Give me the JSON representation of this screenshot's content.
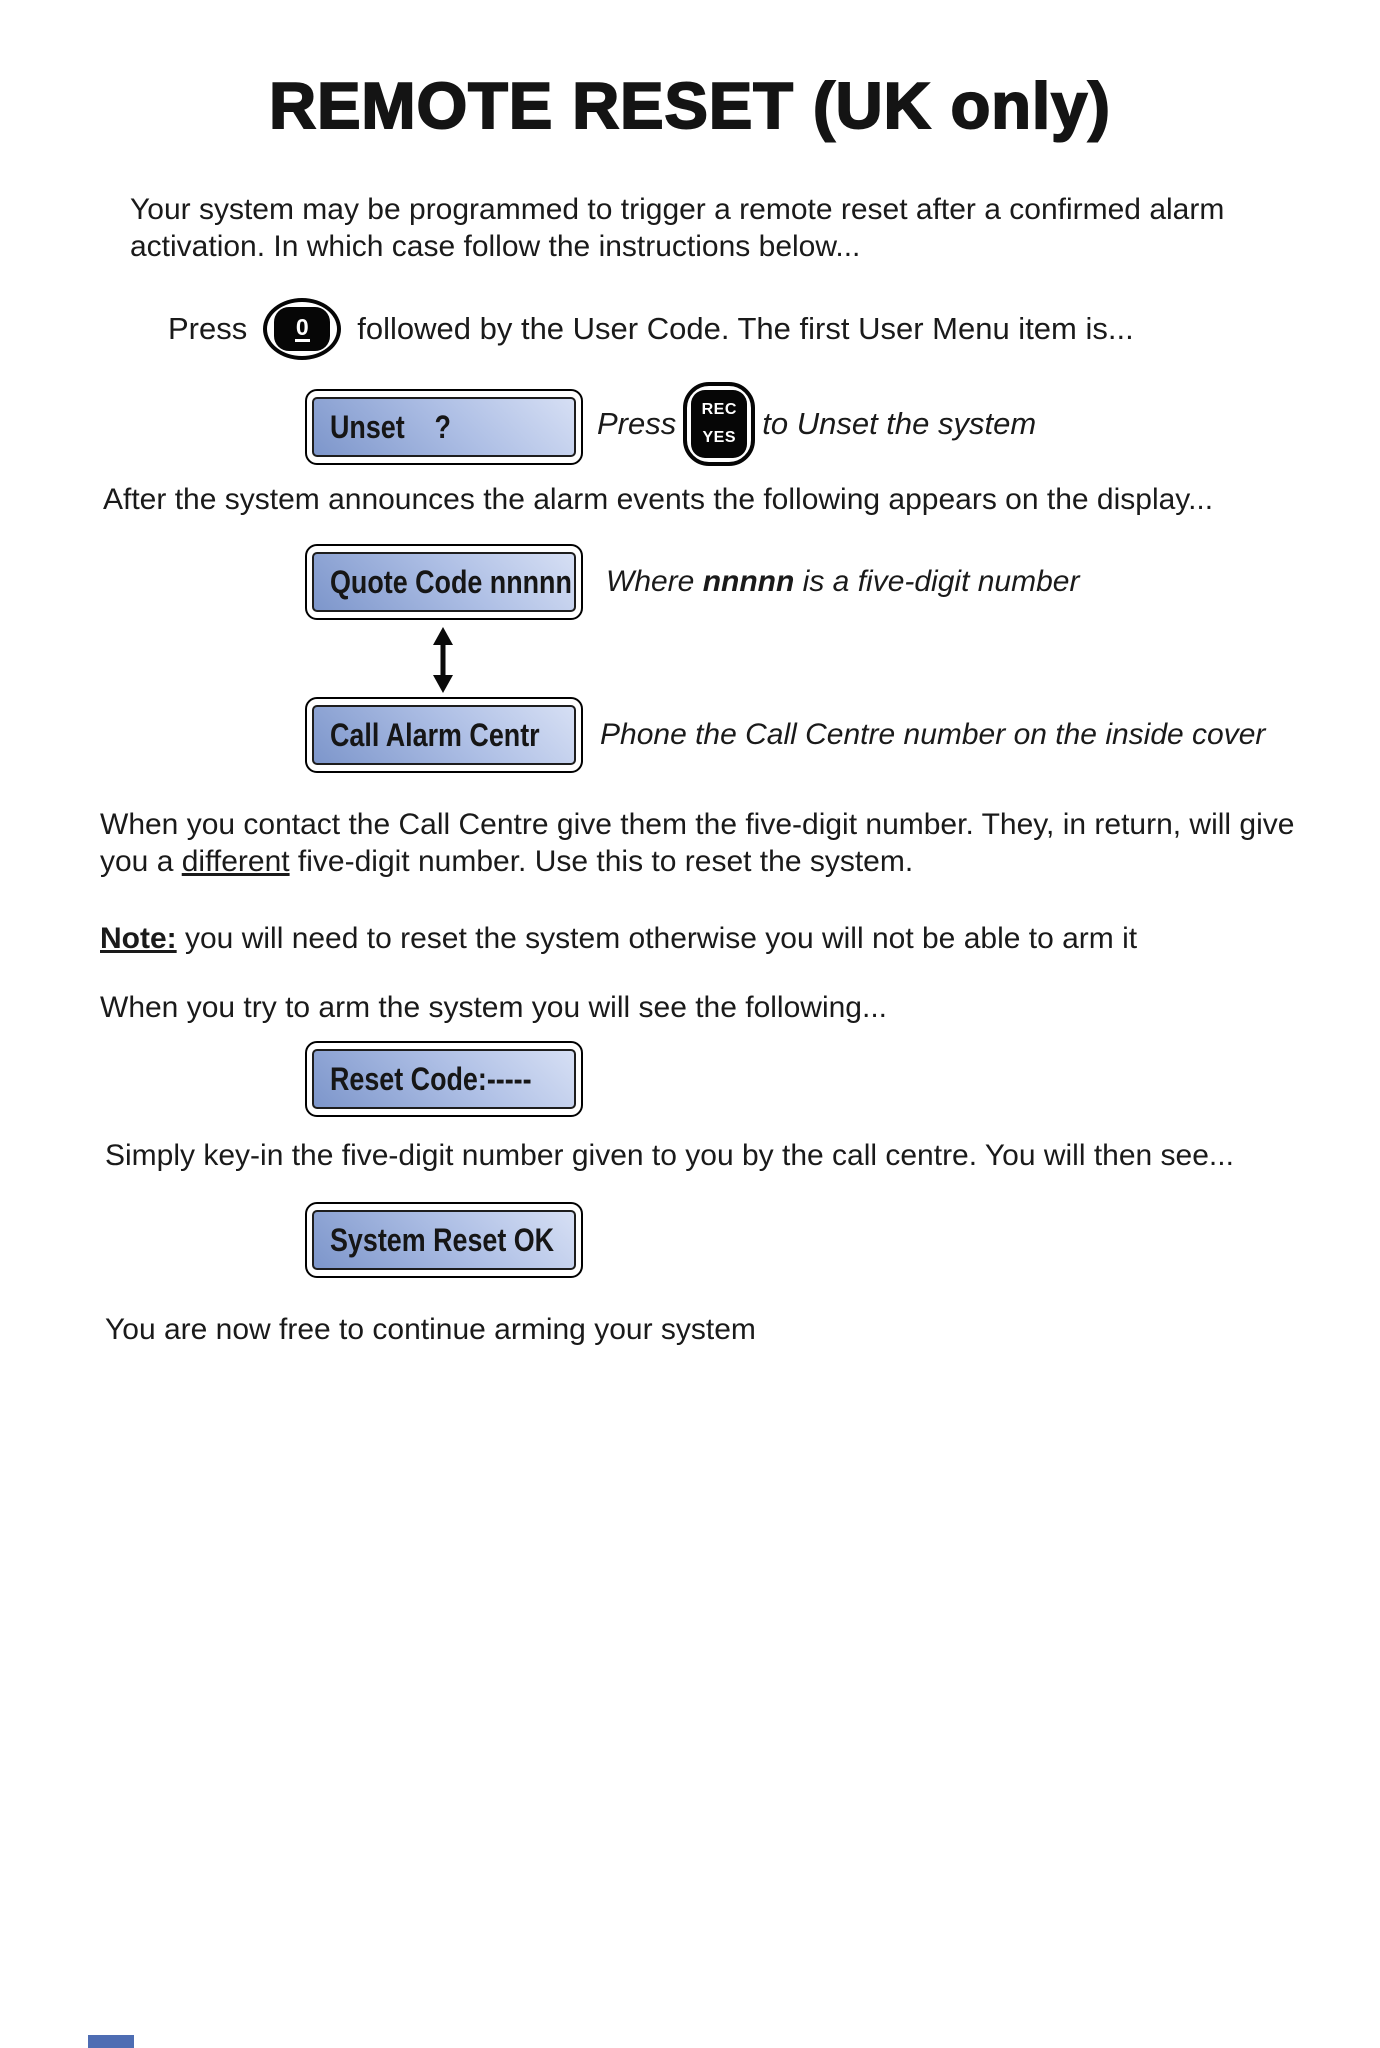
{
  "page": {
    "title": "REMOTE RESET (UK only)",
    "intro": "Your system may be programmed to trigger a remote reset after a confirmed alarm activation. In which case follow the instructions below...",
    "press_step": {
      "prefix": "Press",
      "key_label": "0",
      "suffix": "followed by the User Code. The first User Menu item is..."
    },
    "unset_step": {
      "display": "Unset    ?",
      "press_prefix": "Press",
      "button_top": "REC",
      "button_bottom": "YES",
      "press_suffix": "to Unset the system"
    },
    "announce_line": "After the system announces the alarm events the following appears on the display...",
    "quote_step": {
      "display": "Quote Code nnnnn",
      "note_prefix": "Where ",
      "note_bold": "nnnnn",
      "note_suffix": " is a five-digit number"
    },
    "call_step": {
      "display": "Call Alarm Centr",
      "note": "Phone the Call Centre number on the inside cover"
    },
    "contact_para": {
      "part1": "When you contact the Call Centre give them the five-digit number. They, in return, will give you a ",
      "underlined": "different",
      "part2": " five-digit number. Use this to reset the system."
    },
    "note_para": {
      "label": "Note:",
      "text": " you will need to reset the system otherwise you will not be able to arm it"
    },
    "arm_line": "When you try to arm the system you will see the following...",
    "reset_display": "Reset Code:-----",
    "keyin_line": "Simply key-in the five-digit number given to you by the call centre. You will then see...",
    "ok_display": "System Reset OK",
    "final_line": "You are now free to continue arming your system"
  },
  "icons": {
    "zero_key": "zero-key-with-underline",
    "rec_yes_key": "rec-yes-key",
    "double_arrow": "vertical-double-arrow"
  },
  "colors": {
    "lcd_gradient_light": "#d6dff4",
    "lcd_gradient_dark": "#7d96cb",
    "key_black": "#060606",
    "text_black": "#1a1a1a",
    "footer_bar_blue": "#4e6db3"
  }
}
